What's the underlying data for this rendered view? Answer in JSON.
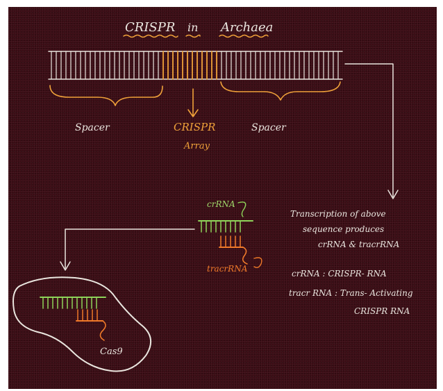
{
  "title": {
    "word1": "CRISPR",
    "word2": "in",
    "word3": "Archaea"
  },
  "labels": {
    "spacer_left": "Spacer",
    "crispr_array_line1": "CRISPR",
    "crispr_array_line2": "Array",
    "spacer_right": "Spacer"
  },
  "rna": {
    "crrna": "crRNA",
    "tracrrna": "tracrRNA",
    "cas9": "Cas9"
  },
  "notes": {
    "transcription": [
      "Transcription of above",
      "sequence produces",
      "crRNA & tracrRNA"
    ],
    "definitions": [
      "crRNA : CRISPR- RNA",
      "tracr RNA : Trans- Activating",
      "CRISPR RNA"
    ]
  },
  "colors": {
    "background": "#3a0c14",
    "chalk_white": "#eae6df",
    "repeat_orange": "#f0a23a",
    "crrna_green": "#8fd45a",
    "tracrrna_orange": "#f07a2a"
  }
}
